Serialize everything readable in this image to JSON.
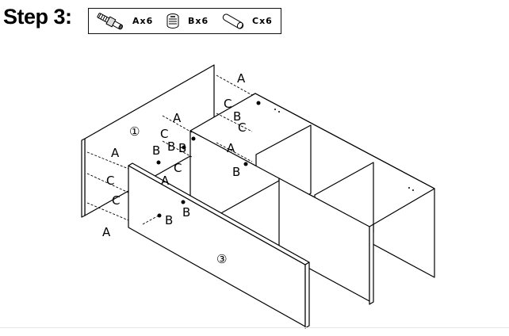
{
  "header": {
    "step_title": "Step 3:"
  },
  "parts": [
    {
      "icon": "cam-bolt-icon",
      "label": "Ax6"
    },
    {
      "icon": "cam-lock-icon",
      "label": "Bx6"
    },
    {
      "icon": "wooden-dowel-icon",
      "label": "Cx6"
    }
  ],
  "panels": {
    "back_panel_number": "①",
    "front_panel_number": "③"
  },
  "callouts": {
    "a": "A",
    "b": "B",
    "c": "C"
  }
}
